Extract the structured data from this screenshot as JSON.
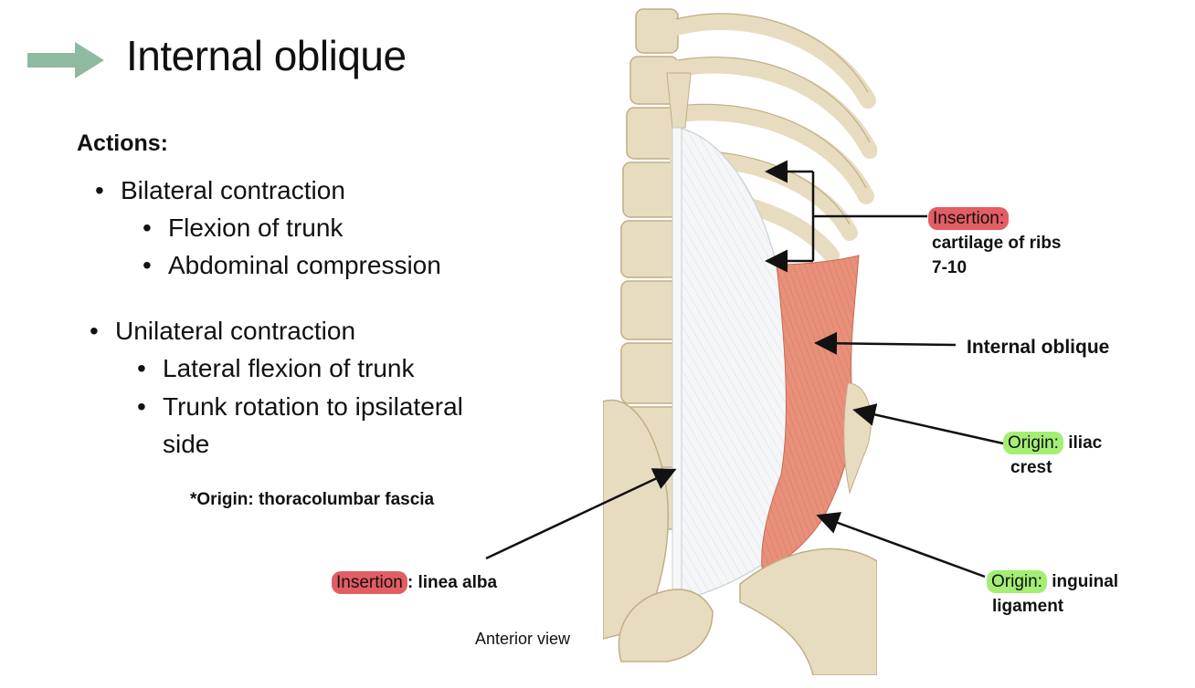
{
  "slide": {
    "title": "Internal oblique",
    "actions_heading": "Actions:",
    "bilateral": {
      "label": "Bilateral contraction",
      "items": [
        "Flexion of trunk",
        "Abdominal compression"
      ]
    },
    "unilateral": {
      "label": "Unilateral contraction",
      "items": [
        "Lateral flexion of trunk",
        "Trunk rotation to ipsilateral",
        "side"
      ]
    },
    "note": "*Origin: thoracolumbar fascia",
    "bullet_glyph": "•"
  },
  "figure": {
    "view_label": "Anterior view",
    "callouts": {
      "insertion_ribs": {
        "tag": "Insertion:",
        "line1": "cartilage of ribs",
        "line2": "7-10"
      },
      "muscle_label": "Internal oblique",
      "origin_iliac": {
        "tag": "Origin:",
        "text": " iliac",
        "line2": "crest"
      },
      "origin_inguinal": {
        "tag": "Origin:",
        "text": " inguinal",
        "line2": "ligament"
      },
      "insertion_linea": {
        "tag": "Insertion",
        "text": ": linea alba"
      }
    }
  },
  "colors": {
    "title_arrow": "#8fb9a0",
    "insertion_tag": "#e35d64",
    "origin_tag": "#a3ee73",
    "muscle": "#e8907a",
    "bone": "#e8dcc0",
    "fascia": "#f4f6f8"
  }
}
